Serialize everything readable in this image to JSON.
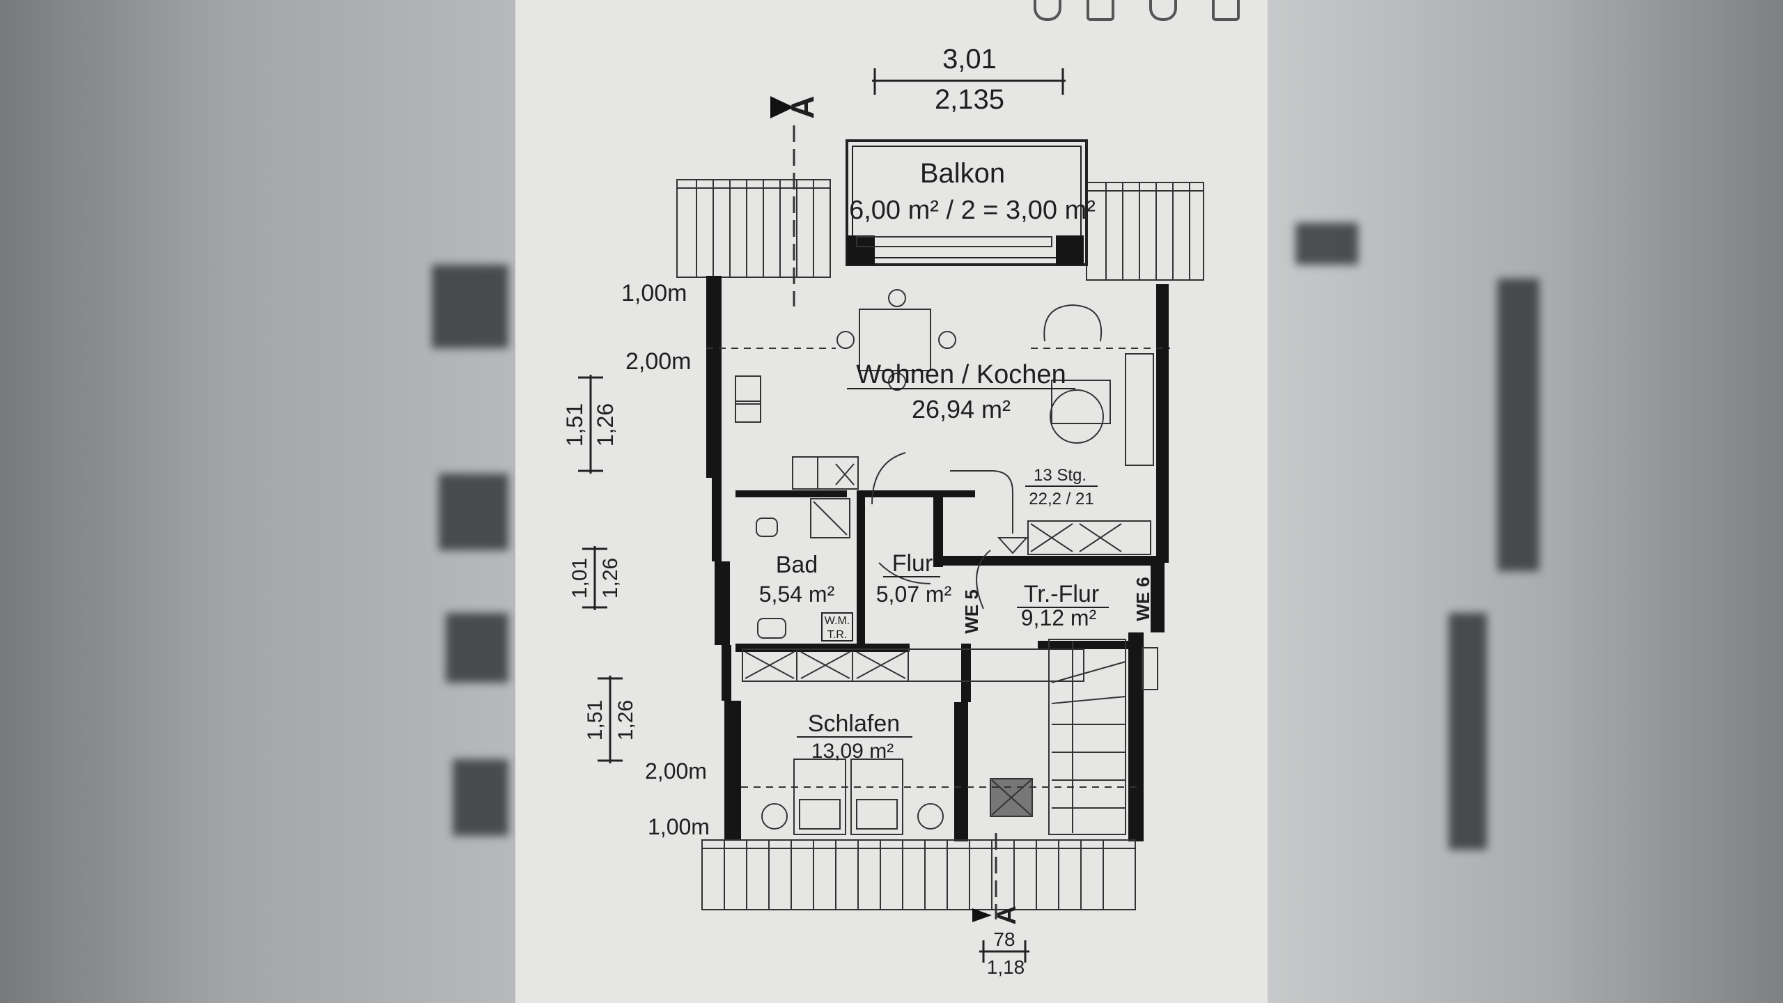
{
  "plan": {
    "top_dim": {
      "upper": "3,01",
      "lower": "2,135"
    },
    "section_marker": "A",
    "rooms": {
      "balkon": {
        "name": "Balkon",
        "area": "6,00 m² / 2 = 3,00 m²"
      },
      "wohnen": {
        "name": "Wohnen / Kochen",
        "area": "26,94 m²"
      },
      "bad": {
        "name": "Bad",
        "area": "5,54 m²"
      },
      "flur": {
        "name": "Flur",
        "area": "5,07 m²"
      },
      "trflur": {
        "name": "Tr.-Flur",
        "area": "9,12 m²"
      },
      "schlafen": {
        "name": "Schlafen",
        "area": "13,09 m²"
      }
    },
    "stairs": {
      "label": "13 Stg.",
      "ratio": "22,2 / 21"
    },
    "unit_labels": {
      "we5": "WE 5",
      "we6": "WE 6"
    },
    "wm_tr": {
      "line1": "W.M.",
      "line2": "T.R."
    },
    "height_labels": {
      "top_100": "1,00m",
      "top_200": "2,00m",
      "bottom_200": "2,00m",
      "bottom_100": "1,00m"
    },
    "window_dims": {
      "w1": {
        "a": "1,51",
        "b": "1,26"
      },
      "w2": {
        "a": "1,01",
        "b": "1,26"
      },
      "w3": {
        "a": "1,51",
        "b": "1,26"
      }
    },
    "bottom_dim": {
      "upper": "78",
      "lower": "1,18"
    }
  },
  "toolbar": {
    "icons": [
      "search-icon",
      "save-icon",
      "cloud-upload-icon",
      "print-icon"
    ]
  },
  "colors": {
    "wall": "#151515",
    "paper": "#e6e7e5",
    "line": "#2a2a2a"
  }
}
